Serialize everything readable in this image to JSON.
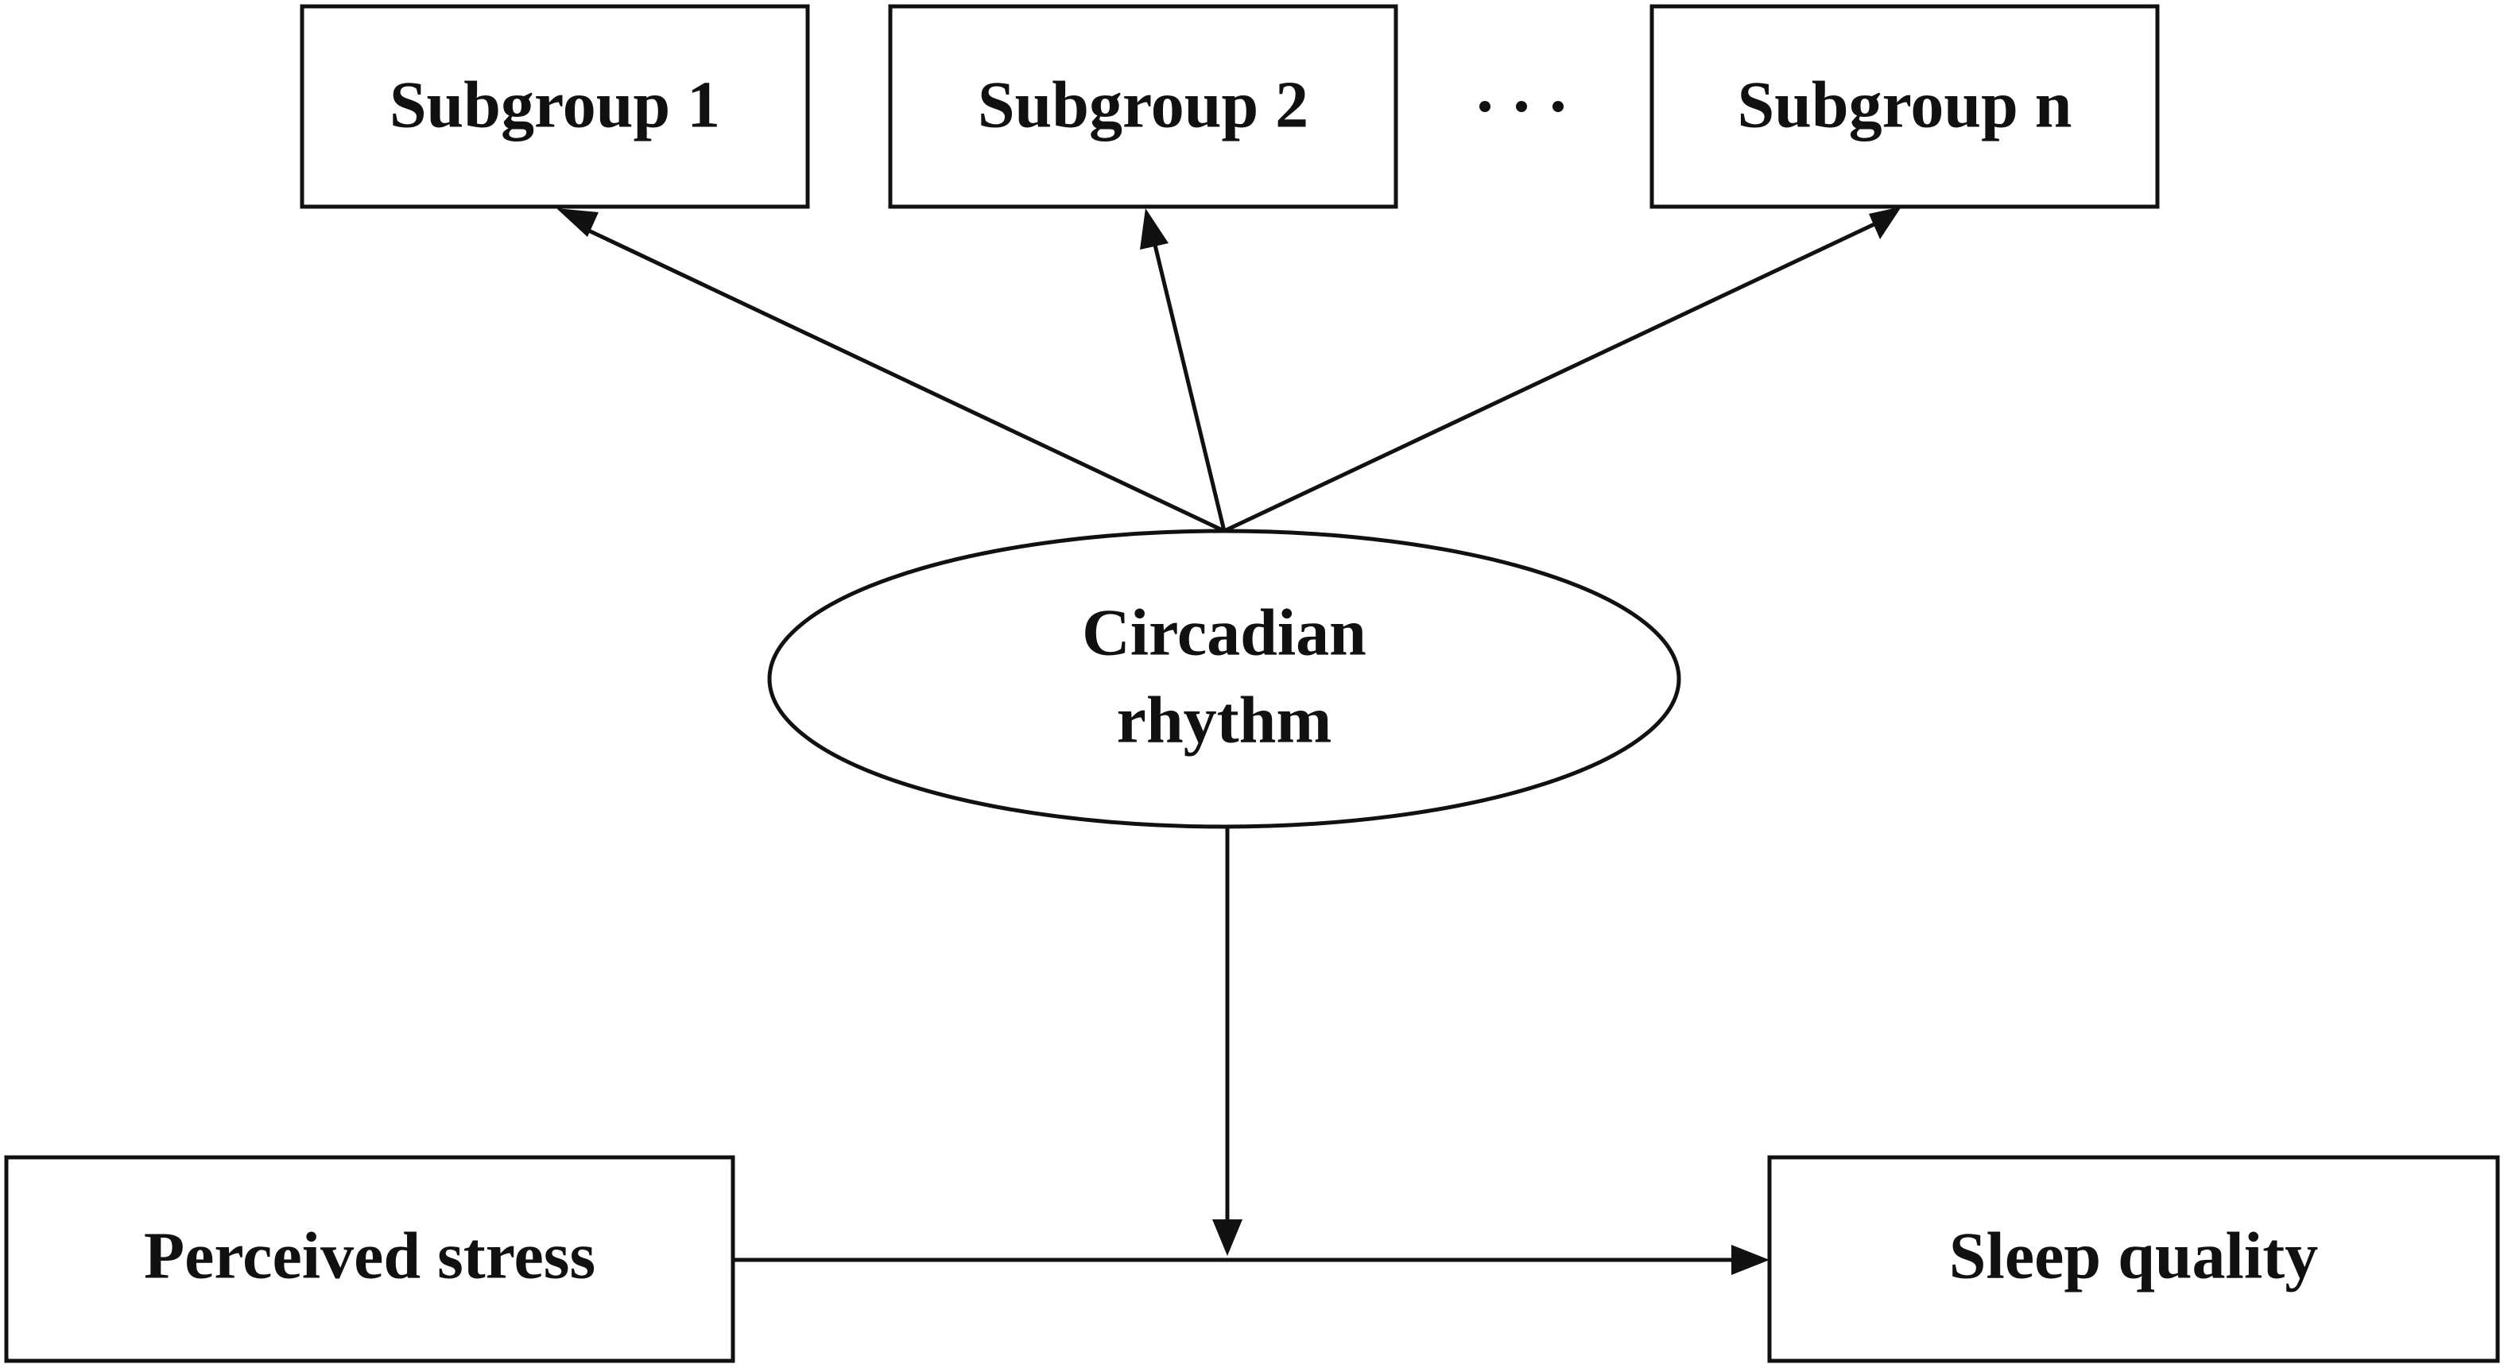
{
  "diagram": {
    "subgroups": [
      {
        "label": "Subgroup 1"
      },
      {
        "label": "Subgroup 2"
      },
      {
        "label": "Subgroup n"
      }
    ],
    "ellipsis": "···",
    "moderator": {
      "line1": "Circadian",
      "line2": "rhythm"
    },
    "predictor": {
      "label": "Perceived stress"
    },
    "outcome": {
      "label": "Sleep quality"
    },
    "edges": [
      {
        "from": "Circadian rhythm",
        "to": "Subgroup 1"
      },
      {
        "from": "Circadian rhythm",
        "to": "Subgroup 2"
      },
      {
        "from": "Circadian rhythm",
        "to": "Subgroup n"
      },
      {
        "from": "Circadian rhythm",
        "to": "Perceived stress → Sleep quality path"
      },
      {
        "from": "Perceived stress",
        "to": "Sleep quality"
      }
    ]
  }
}
